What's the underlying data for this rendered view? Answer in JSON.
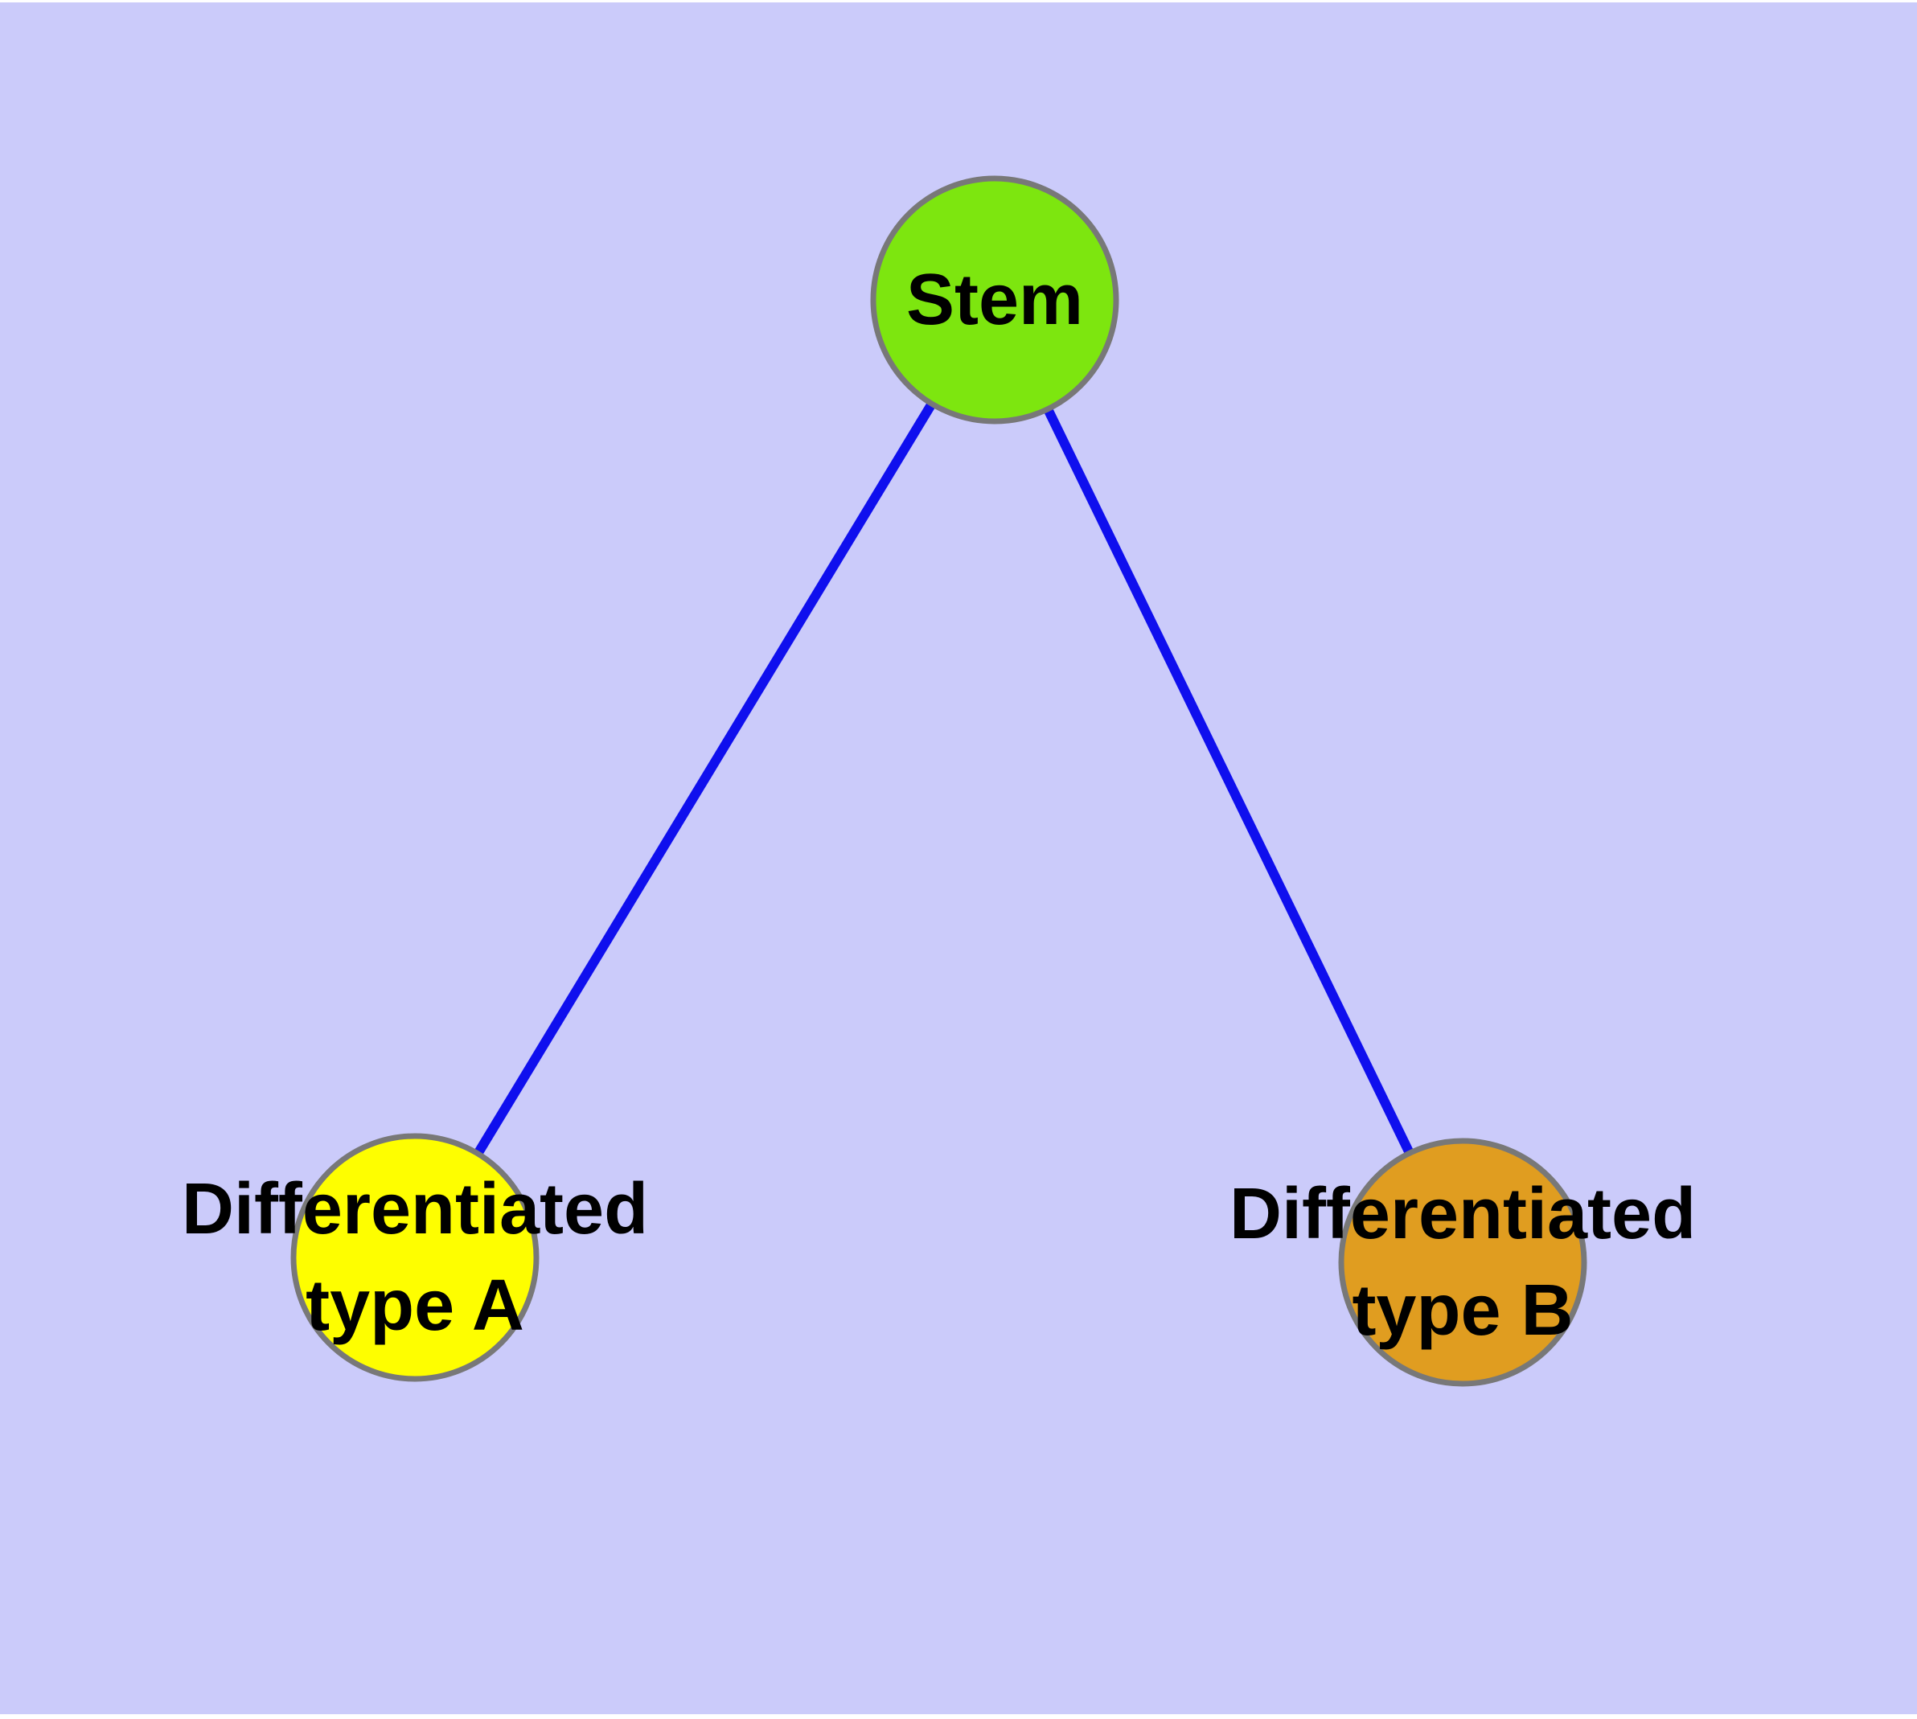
{
  "diagram": {
    "background_color": "#cbcbfa",
    "page_margin_color": "#ffffff",
    "node_border_color": "#787878",
    "label_color": "#000000",
    "nodes": [
      {
        "id": "stem",
        "label": "Stem",
        "lines": [
          "Stem"
        ],
        "fill": "#7de60f"
      },
      {
        "id": "differentiated-type-a",
        "label": "Differentiated type A",
        "lines": [
          "Differentiated",
          "type A"
        ],
        "fill": "#fefe00"
      },
      {
        "id": "differentiated-type-b",
        "label": "Differentiated type B",
        "lines": [
          "Differentiated",
          "type B"
        ],
        "fill": "#e09d20"
      }
    ],
    "edges": [
      {
        "from": "Stem",
        "to": "Differentiated type A",
        "color": "#0f0fee"
      },
      {
        "from": "Stem",
        "to": "Differentiated type B",
        "color": "#0f0fee"
      }
    ]
  }
}
